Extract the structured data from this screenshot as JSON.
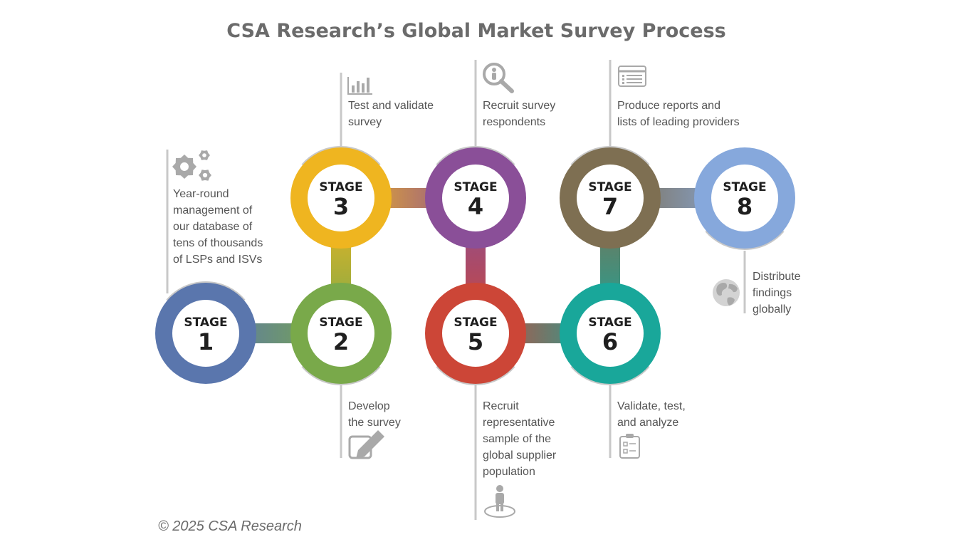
{
  "title": "CSA Research’s Global Market Survey Process",
  "copyright": "© 2025 CSA Research",
  "stage_word": "STAGE",
  "stages": [
    {
      "number": "1",
      "color": "#5a76ad",
      "lines": [
        "Year-round",
        "management of",
        "our database of",
        "tens of thousands",
        "of LSPs and ISVs"
      ],
      "icon": "gears-icon"
    },
    {
      "number": "2",
      "color": "#79a94a",
      "lines": [
        "Develop",
        "the survey"
      ],
      "icon": "pencil-icon"
    },
    {
      "number": "3",
      "color": "#efb520",
      "lines": [
        "Test and validate",
        "survey"
      ],
      "icon": "bar-chart-icon"
    },
    {
      "number": "4",
      "color": "#8a4f98",
      "lines": [
        "Recruit survey",
        "respondents"
      ],
      "icon": "magnifier-person-icon"
    },
    {
      "number": "5",
      "color": "#cc4637",
      "lines": [
        "Recruit",
        "representative",
        "sample of the",
        "global supplier",
        "population"
      ],
      "icon": "person-icon"
    },
    {
      "number": "6",
      "color": "#19a79a",
      "lines": [
        "Validate, test,",
        "and analyze"
      ],
      "icon": "clipboard-icon"
    },
    {
      "number": "7",
      "color": "#7e6f52",
      "lines": [
        "Produce reports and",
        "lists of leading providers"
      ],
      "icon": "report-icon"
    },
    {
      "number": "8",
      "color": "#86a8dc",
      "lines": [
        "Distribute",
        "findings",
        "globally"
      ],
      "icon": "globe-icon"
    }
  ]
}
